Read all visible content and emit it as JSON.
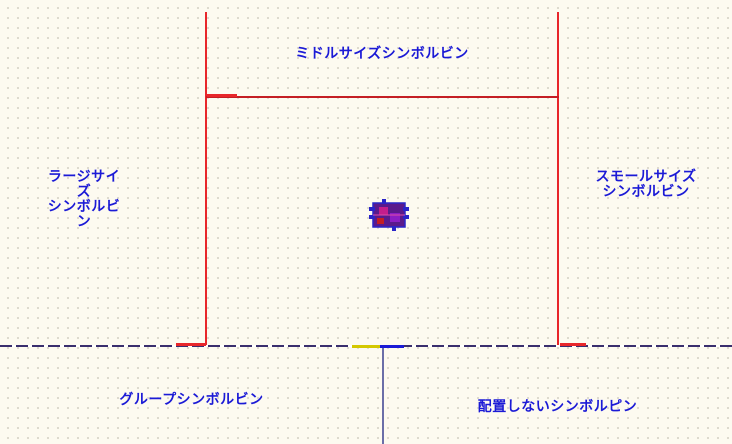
{
  "bins": {
    "middle": {
      "label": "ミドルサイズシンボルビン"
    },
    "large": {
      "label": "ラージサイズ\nシンボルビン"
    },
    "small": {
      "label": "スモールサイズ\nシンボルビン"
    },
    "group": {
      "label": "グループシンボルビン"
    },
    "unplaced": {
      "label": "配置しないシンボルピン"
    }
  },
  "colors": {
    "label": "#1b1ad6",
    "divider": "#e8262b",
    "background": "#fdfaf0",
    "component": "#5a1a8c"
  },
  "component": {
    "icon": "symbol-cluster-icon"
  }
}
